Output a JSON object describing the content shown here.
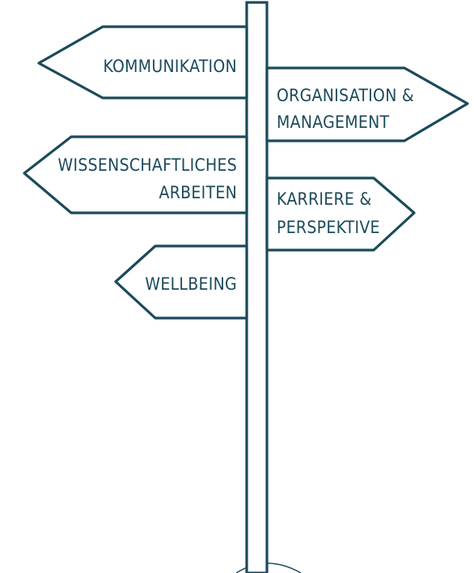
{
  "signs": [
    {
      "id": "kommunikation",
      "lines": [
        "Kommunikation"
      ]
    },
    {
      "id": "organisation",
      "lines": [
        "Organisation &",
        "Management"
      ]
    },
    {
      "id": "wissenschaft",
      "lines": [
        "Wissenschaftliches",
        "Arbeiten"
      ]
    },
    {
      "id": "karriere",
      "lines": [
        "Karriere &",
        "Perspektive"
      ]
    },
    {
      "id": "wellbeing",
      "lines": [
        "Wellbeing"
      ]
    }
  ],
  "colors": {
    "ink": "#1b4a5a",
    "background": "#ffffff"
  }
}
